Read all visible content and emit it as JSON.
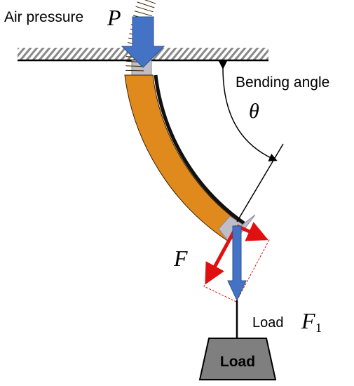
{
  "labels": {
    "air_pressure": "Air pressure",
    "pressure_symbol": "P",
    "bending_angle": "Bending angle",
    "theta": "θ",
    "force": "F",
    "load_prefix": "Load",
    "load_force": "F",
    "load_force_sub": "1",
    "load_block": "Load"
  },
  "colors": {
    "pressure_arrow": "#4472c4",
    "actuator_fill": "#e08a1e",
    "actuator_lines": "#3a2000",
    "force_arrow": "#e01010",
    "load_arrow": "#4472c4",
    "load_block": "#7f7f7f",
    "connector": "#c0bcc8"
  },
  "icons": {
    "ceiling": "hatched-ceiling",
    "load": "trapezoid-weight"
  }
}
